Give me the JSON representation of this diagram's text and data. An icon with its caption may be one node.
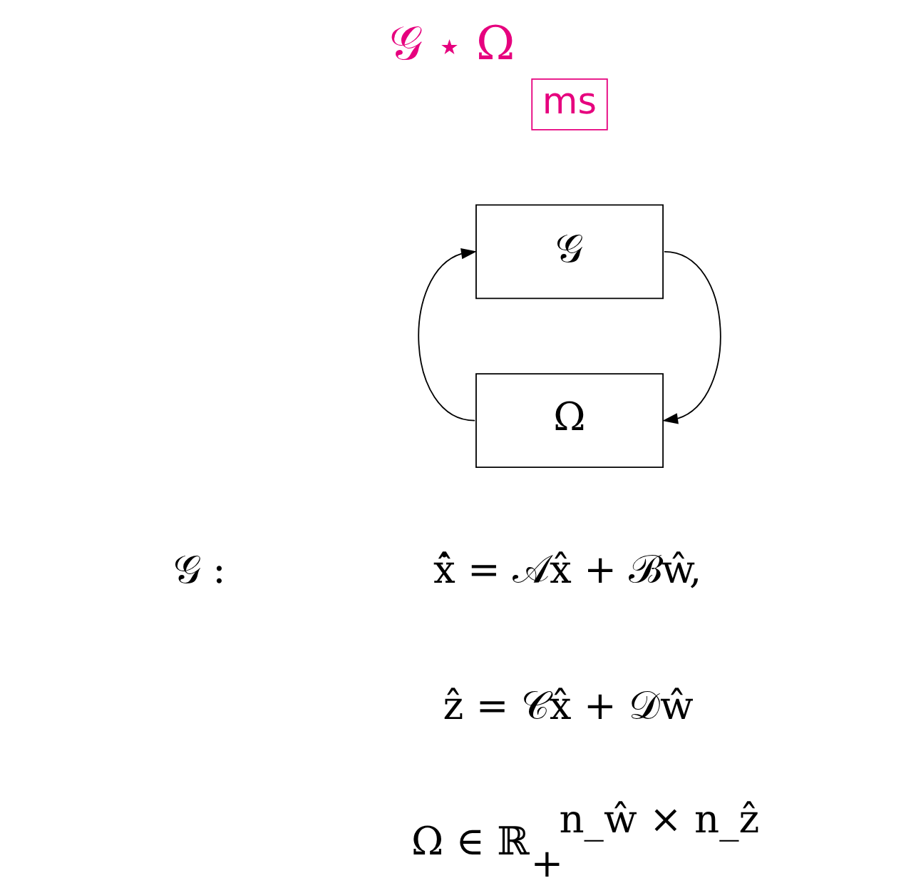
{
  "diagram": {
    "title": "𝒢 ⋆ Ω",
    "nodes": [
      {
        "text": [
          "ms"
        ]
      },
      {
        "text": [
          "𝒢"
        ]
      },
      {
        "text": [
          "Ω"
        ]
      }
    ],
    "edges": [
      {
        "from": 1,
        "to": 2,
        "arrow": "to"
      },
      {
        "from": 2,
        "to": 1,
        "arrow": "to"
      }
    ],
    "labels": [
      "𝒢 :",
      "x̂̇ = 𝒜x̂ + ℬŵ,",
      "ẑ = 𝒞x̂ + 𝒟ŵ",
      "Ω ∈ ℝ$_{+}$$^{n_ŵ × n_ẑ}$"
    ]
  }
}
